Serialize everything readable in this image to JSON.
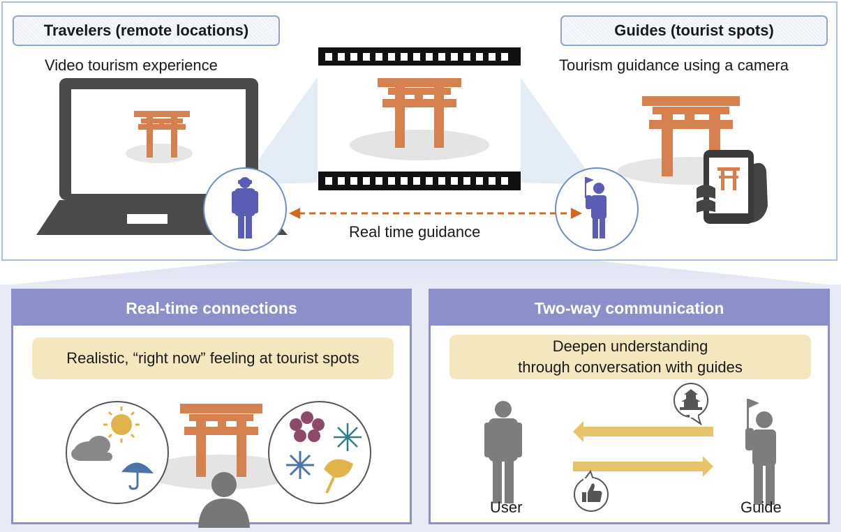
{
  "travelers": {
    "title": "Travelers (remote locations)",
    "caption": "Video tourism experience"
  },
  "guides": {
    "title": "Guides (tourist spots)",
    "caption": "Tourism guidance using a camera"
  },
  "link": {
    "label": "Real time guidance"
  },
  "realtime": {
    "title": "Real-time connections",
    "note": "Realistic, “right now” feeling at tourist spots"
  },
  "twoway": {
    "title": "Two-way communication",
    "note_line1": "Deepen understanding",
    "note_line2": "through conversation with guides",
    "user_label": "User",
    "guide_label": "Guide"
  },
  "colors": {
    "torii": "#d4804f",
    "panel_header": "#8c8fc9",
    "note_bg": "#f3e7bd",
    "arrow": "#e7c46a",
    "person_blue": "#5a5db3",
    "person_gray": "#7d7d7d",
    "laptop": "#4a4a4a"
  }
}
